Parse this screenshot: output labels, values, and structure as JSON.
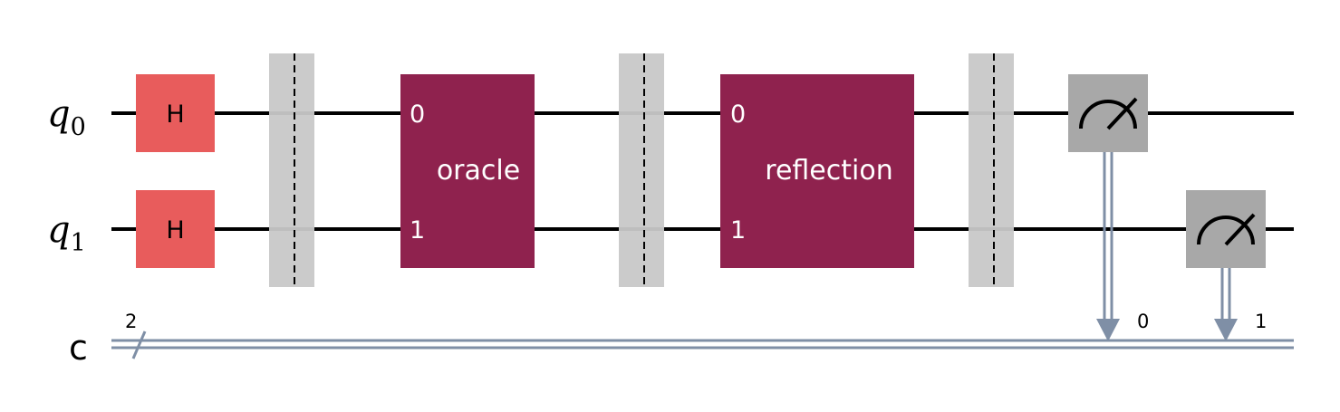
{
  "circuit": {
    "registers": {
      "q0": {
        "base": "q",
        "sub": "0"
      },
      "q1": {
        "base": "q",
        "sub": "1"
      },
      "c": {
        "label": "c",
        "width": "2"
      }
    },
    "gates": {
      "h0": "H",
      "h1": "H",
      "oracle": {
        "label": "oracle",
        "pin0": "0",
        "pin1": "1"
      },
      "reflection": {
        "label": "reflection",
        "pin0": "0",
        "pin1": "1"
      }
    },
    "measure_bits": {
      "m0": "0",
      "m1": "1"
    },
    "colors": {
      "h_gate": "#e85c5c",
      "custom_gate": "#8f224e",
      "barrier": "#c8c8c8",
      "measure": "#a8a8a8",
      "classical_wire": "#7f8fa6",
      "quantum_wire": "#000000"
    }
  }
}
